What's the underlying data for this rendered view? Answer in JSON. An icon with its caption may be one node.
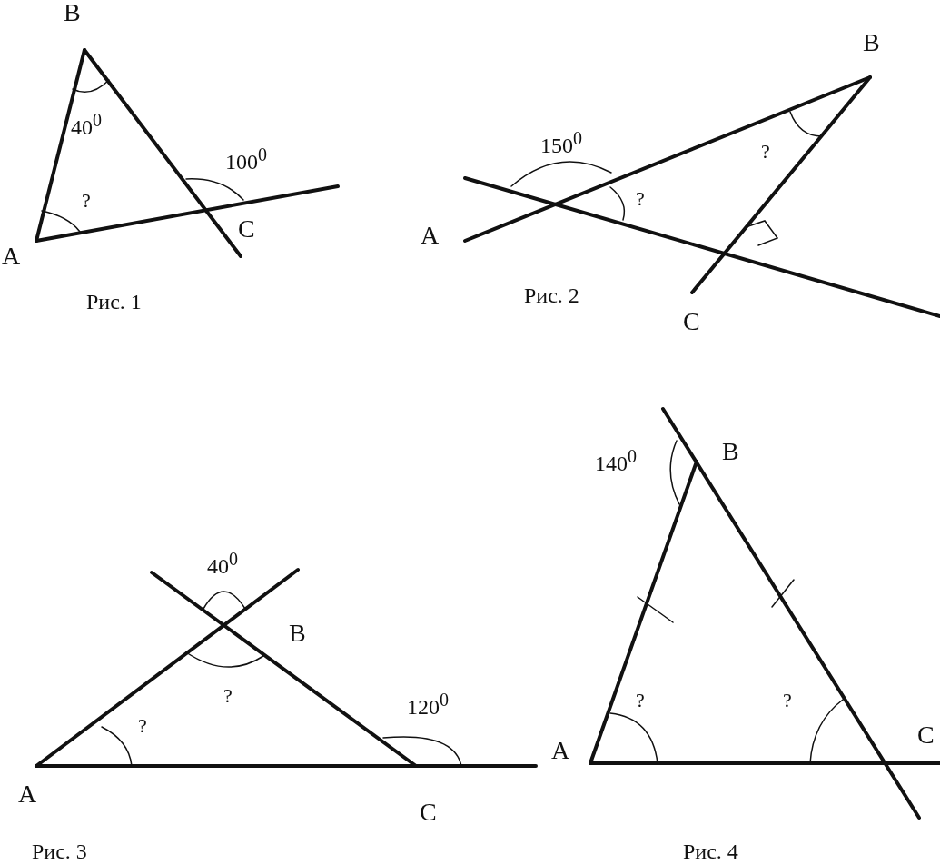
{
  "diagram": {
    "labels": [
      "B",
      "40$^{0}$",
      "100$^{0}$",
      "?",
      "A",
      "C",
      "Рис. 1",
      "B",
      "150$^{0}$",
      "?",
      "?",
      "A",
      "C",
      "Рис. 2",
      "40$^{0}$",
      "B",
      "?",
      "?",
      "120$^{0}$",
      "A",
      "C",
      "Рис. 3",
      "140$^{0}$",
      "B",
      "?",
      "?",
      "A",
      "C",
      "Рис. 4"
    ]
  }
}
